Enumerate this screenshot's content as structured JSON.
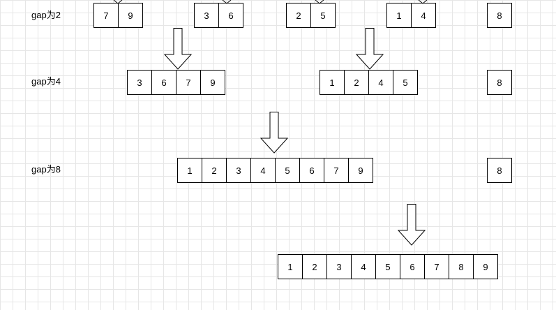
{
  "labels": {
    "gap2": "gap为2",
    "gap4": "gap为4",
    "gap8": "gap为8"
  },
  "rows": {
    "gap2_group1": [
      "7",
      "9"
    ],
    "gap2_group2": [
      "3",
      "6"
    ],
    "gap2_group3": [
      "2",
      "5"
    ],
    "gap2_group4": [
      "1",
      "4"
    ],
    "gap2_single": [
      "8"
    ],
    "gap4_group1": [
      "3",
      "6",
      "7",
      "9"
    ],
    "gap4_group2": [
      "1",
      "2",
      "4",
      "5"
    ],
    "gap4_single": [
      "8"
    ],
    "gap8_group": [
      "1",
      "2",
      "3",
      "4",
      "5",
      "6",
      "7",
      "9"
    ],
    "gap8_single": [
      "8"
    ],
    "final": [
      "1",
      "2",
      "3",
      "4",
      "5",
      "6",
      "7",
      "8",
      "9"
    ]
  },
  "colors": {
    "stroke": "#000000",
    "fill": "#ffffff",
    "grid": "#e6e6e6"
  }
}
